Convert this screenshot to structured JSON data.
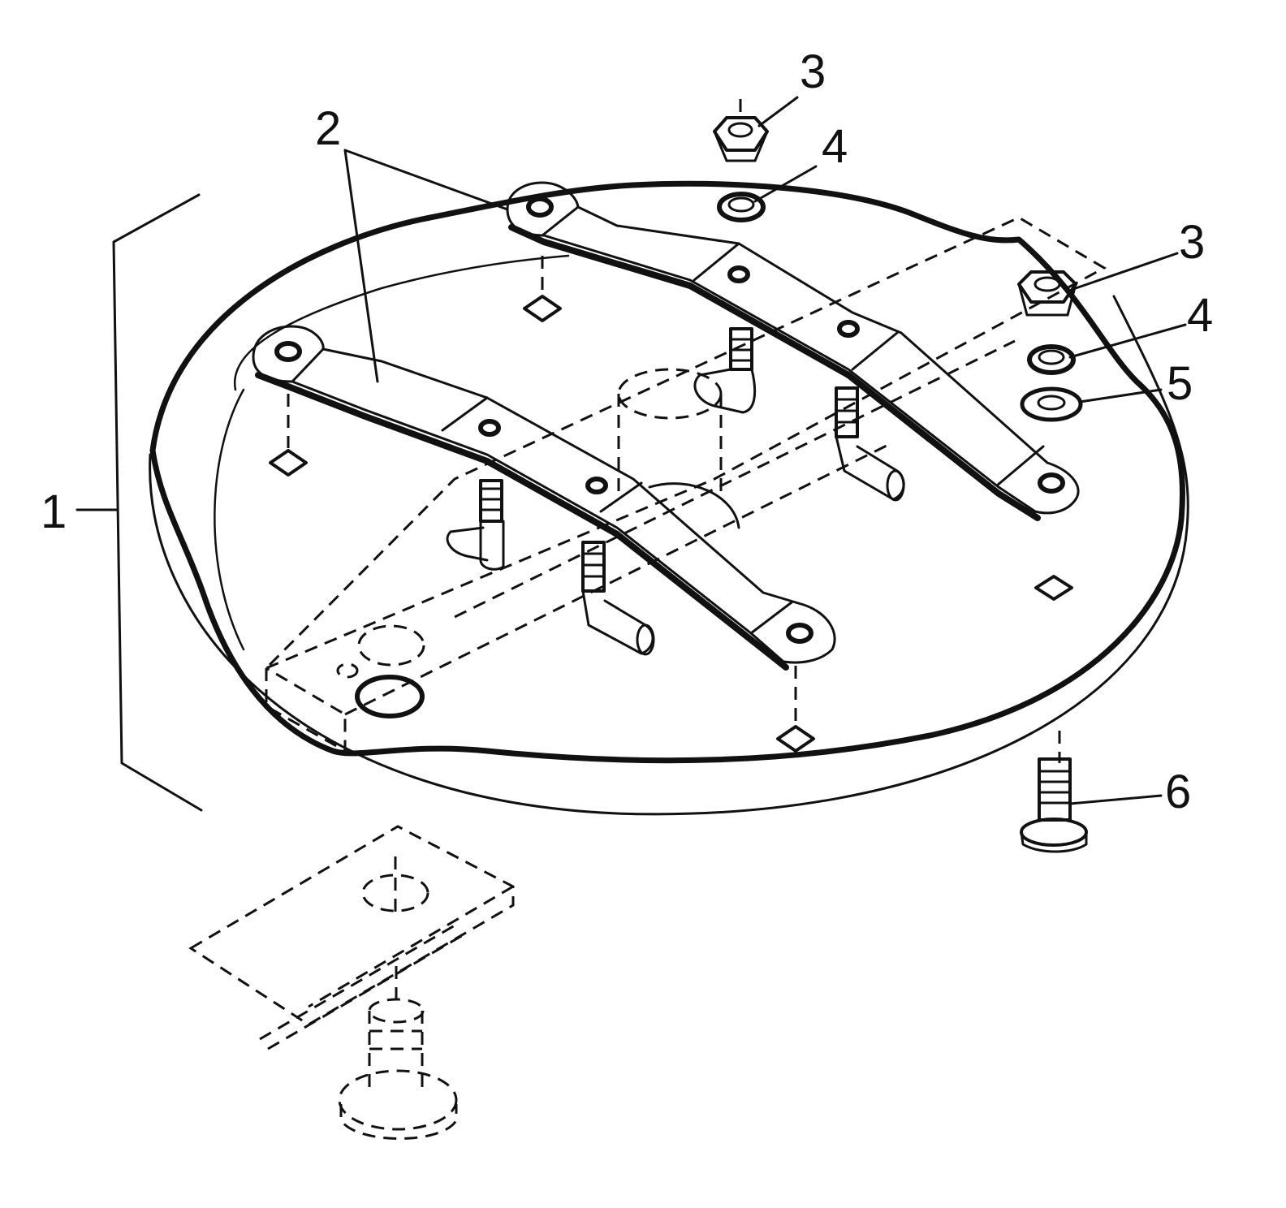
{
  "callouts": [
    {
      "id": "c1",
      "label": "1"
    },
    {
      "id": "c2",
      "label": "2"
    },
    {
      "id": "c3a",
      "label": "3"
    },
    {
      "id": "c3b",
      "label": "3"
    },
    {
      "id": "c4a",
      "label": "4"
    },
    {
      "id": "c4b",
      "label": "4"
    },
    {
      "id": "c5",
      "label": "5"
    },
    {
      "id": "c6",
      "label": "6"
    }
  ],
  "colors": {
    "ink": "#111111",
    "paper": "#ffffff"
  }
}
